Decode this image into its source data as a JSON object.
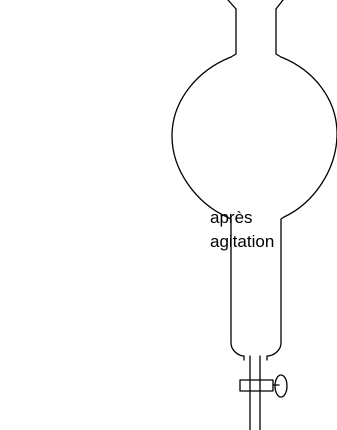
{
  "diagram": {
    "object": "separatory-funnel",
    "caption": {
      "line1": "après",
      "line2": "agitation"
    },
    "colors": {
      "stroke": "#000000",
      "background": "#ffffff",
      "text": "#000000"
    }
  }
}
